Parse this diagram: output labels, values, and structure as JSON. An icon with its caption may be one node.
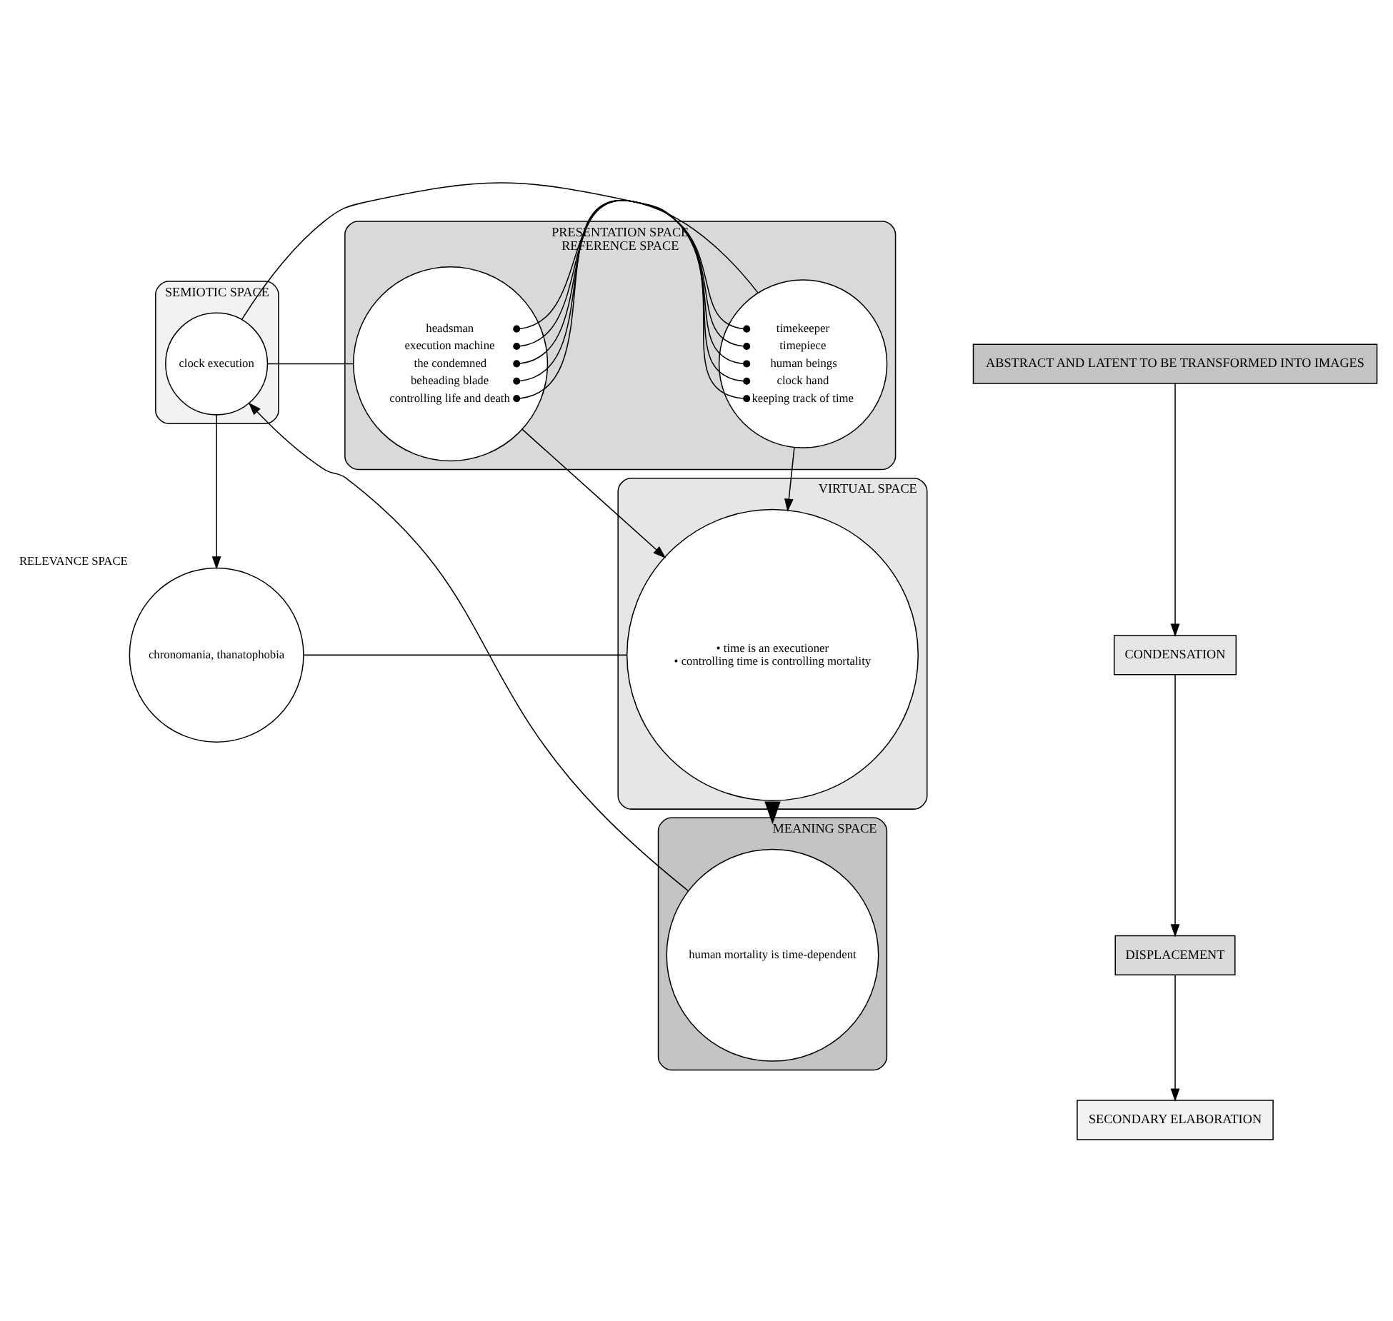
{
  "diagram": {
    "nodes": [
      {
        "text": [
          "SEMIOTIC SPACE"
        ]
      },
      {
        "text": [
          "clock execution"
        ],
        "in": 0
      },
      {
        "text": [
          "PRESENTATION SPACE",
          "REFERENCE SPACE"
        ]
      },
      {
        "text": [
          "headsman",
          "execution machine",
          "the condemned",
          "beheading blade",
          "controlling life and death"
        ],
        "in": 2
      },
      {
        "text": [
          "timekeeper",
          "timepiece",
          "human beings",
          "clock hand",
          "keeping track of time"
        ],
        "in": 2
      },
      {
        "text": [
          "chronomania, thanatophobia"
        ],
        "beside": [
          "RELEVANCE SPACE"
        ]
      },
      {
        "text": [
          "VIRTUAL SPACE"
        ]
      },
      {
        "text": [
          "• time is an executioner",
          "• controlling time is controlling mortality"
        ],
        "in": 6
      },
      {
        "text": [
          "MEANING SPACE"
        ]
      },
      {
        "text": [
          "human mortality is time-dependent"
        ],
        "in": 8
      },
      {
        "text": [
          "SECONDARY ELABORATION"
        ]
      },
      {
        "text": [
          "DISPLACEMENT"
        ]
      },
      {
        "text": [
          "CONDENSATION"
        ]
      },
      {
        "text": [
          "ABSTRACT AND LATENT TO BE TRANSFORMED INTO IMAGES"
        ]
      }
    ],
    "edges": [
      {
        "from": 1,
        "to": 3,
        "arrow": "none"
      },
      {
        "from": 1,
        "to": 4,
        "arrow": "none"
      },
      {
        "from": 3,
        "to": 4,
        "arrow": "other"
      },
      {
        "from": 3,
        "to": 4,
        "arrow": "other"
      },
      {
        "from": 3,
        "to": 4,
        "arrow": "other"
      },
      {
        "from": 3,
        "to": 4,
        "arrow": "other"
      },
      {
        "from": 3,
        "to": 4,
        "arrow": "other"
      },
      {
        "from": 3,
        "to": 7,
        "arrow": "to"
      },
      {
        "from": 4,
        "to": 7,
        "arrow": "to"
      },
      {
        "from": 1,
        "to": 5,
        "arrow": "to"
      },
      {
        "from": 5,
        "to": 7,
        "arrow": "none"
      },
      {
        "from": 6,
        "to": 8,
        "arrow": "to",
        "style": "thick"
      },
      {
        "from": 9,
        "to": 1,
        "arrow": "to"
      },
      {
        "from": 13,
        "to": 12,
        "arrow": "to"
      },
      {
        "from": 12,
        "to": 11,
        "arrow": "to"
      },
      {
        "from": 11,
        "to": 10,
        "arrow": "to"
      }
    ]
  }
}
